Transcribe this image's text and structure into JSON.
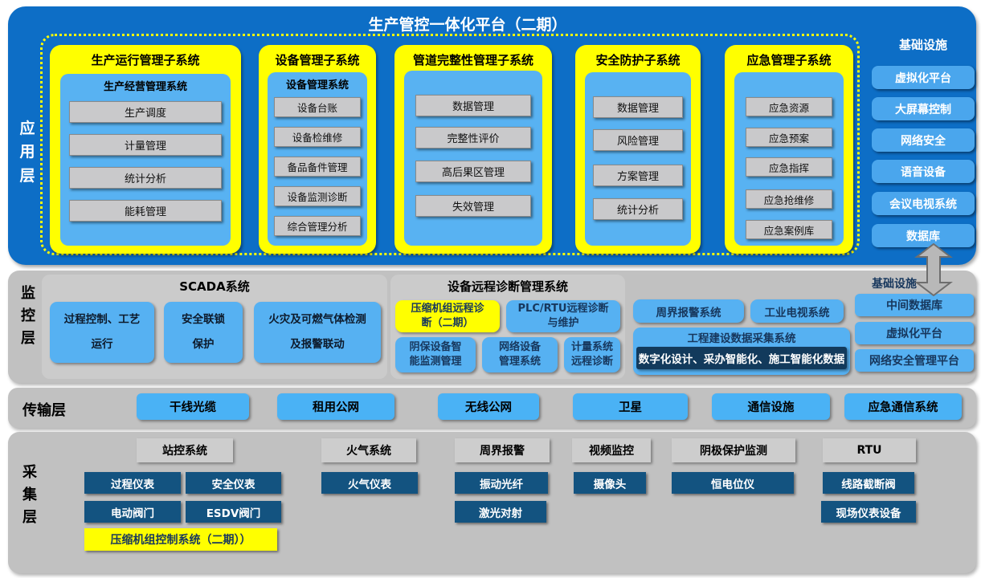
{
  "title": "生产管控一体化平台（二期）",
  "colors": {
    "app_blue": "#0d6ec6",
    "highlight_yellow": "#ffff00",
    "panel_blue": "#58b2f2",
    "box_blue": "#56b1f2",
    "collection_navy": "#135380",
    "construction_navy": "#123a5c",
    "navy_text": "#17375d",
    "layer_gray": "#c1c1c1",
    "item_gray": "#c9c9cb"
  },
  "app": {
    "label": "应用层",
    "subsystems": [
      {
        "title": "生产运行管理子系统",
        "inner_title": "生产经营管理系统",
        "items": [
          "生产调度",
          "计量管理",
          "统计分析",
          "能耗管理"
        ]
      },
      {
        "title": "设备管理子系统",
        "inner_title": "设备管理系统",
        "items": [
          "设备台账",
          "设备检维修",
          "备品备件管理",
          "设备监测诊断",
          "综合管理分析"
        ]
      },
      {
        "title": "管道完整性管理子系统",
        "items": [
          "数据管理",
          "完整性评价",
          "高后果区管理",
          "失效管理"
        ]
      },
      {
        "title": "安全防护子系统",
        "items": [
          "数据管理",
          "风险管理",
          "方案管理",
          "统计分析"
        ]
      },
      {
        "title": "应急管理子系统",
        "items": [
          "应急资源",
          "应急预案",
          "应急指挥",
          "应急抢维修",
          "应急案例库"
        ]
      }
    ],
    "infrastructure": {
      "title": "基础设施",
      "items": [
        "虚拟化平台",
        "大屏幕控制",
        "网络安全",
        "语音设备",
        "会议电视系统",
        "数据库"
      ]
    }
  },
  "monitoring": {
    "label": "监控层",
    "scada": {
      "title": "SCADA系统",
      "items": [
        "过程控制、工艺\n运行",
        "安全联锁\n保护",
        "火灾及可燃气体检测\n及报警联动"
      ]
    },
    "remote_diag": {
      "title": "设备远程诊断管理系统",
      "highlight_item": "压缩机组远程诊\n断（二期）",
      "plc_item": "PLC/RTU远程诊断\n与维护",
      "row2": [
        "阴保设备智\n能监测管理",
        "网络设备\n管理系统",
        "计量系统\n远程诊断"
      ]
    },
    "standalone": [
      "周界报警系统",
      "工业电视系统"
    ],
    "construction": {
      "title": "工程建设数据采集系统",
      "item": "数字化设计、采办智能化、施工智能化数据"
    },
    "infrastructure": {
      "title": "基础设施",
      "items": [
        "中间数据库",
        "虚拟化平台",
        "网络安全管理平台"
      ]
    }
  },
  "transmission": {
    "label": "传输层",
    "items": [
      "干线光缆",
      "租用公网",
      "无线公网",
      "卫星",
      "通信设施",
      "应急通信系统"
    ]
  },
  "collection": {
    "label": "采集层",
    "groups": [
      {
        "title": "站控系统",
        "items": [
          "过程仪表",
          "安全仪表",
          "电动阀门",
          "ESDV阀门"
        ],
        "highlight": "压缩机组控制系统（二期））"
      },
      {
        "title": "火气系统",
        "items": [
          "火气仪表"
        ]
      },
      {
        "title": "周界报警",
        "items": [
          "振动光纤",
          "激光对射"
        ]
      },
      {
        "title": "视频监控",
        "items": [
          "摄像头"
        ]
      },
      {
        "title": "阴极保护监测",
        "items": [
          "恒电位仪"
        ]
      },
      {
        "title": "RTU",
        "items": [
          "线路截断阀",
          "现场仪表设备"
        ]
      }
    ]
  }
}
